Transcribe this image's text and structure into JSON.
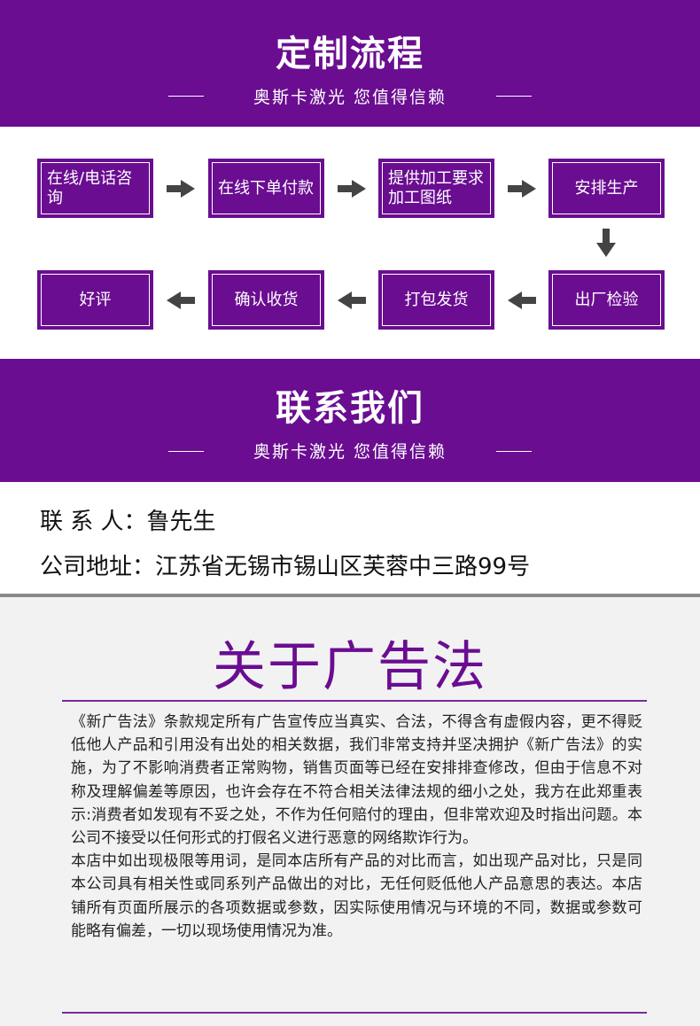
{
  "header1": {
    "title": "定制流程",
    "subtitle": "奥斯卡激光 您值得信赖"
  },
  "process": {
    "steps": [
      "在线/电话咨询",
      "在线下单付款",
      "提供加工要求加工图纸",
      "安排生产",
      "出厂检验",
      "打包发货",
      "确认收货",
      "好评"
    ]
  },
  "header2": {
    "title": "联系我们",
    "subtitle": "奥斯卡激光 您值得信赖"
  },
  "contact": {
    "person_label": "联 系 人：",
    "person_value": "鲁先生",
    "address_label": "公司地址：",
    "address_value": "江苏省无锡市锡山区芙蓉中三路99号"
  },
  "ad_law": {
    "heading": "关于广告法",
    "paragraph1": "《新广告法》条款规定所有广告宣传应当真实、合法，不得含有虚假内容，更不得贬低他人产品和引用没有出处的相关数据，我们非常支持并坚决拥护《新广告法》的实施，为了不影响消费者正常购物，销售页面等已经在安排排查修改，但由于信息不对称及理解偏差等原因，也许会存在不符合相关法律法规的细小之处，我方在此郑重表示:消费者如发现有不妥之处，不作为任何赔付的理由，但非常欢迎及时指出问题。本公司不接受以任何形式的打假名义进行恶意的网络欺诈行为。",
    "paragraph2": "本店中如出现极限等用词，是同本店所有产品的对比而言，如出现产品对比，只是同本公司具有相关性或同系列产品做出的对比，无任何贬低他人产品意思的表达。本店铺所有页面所展示的各项数据或参数，因实际使用情况与环境的不同，数据或参数可能略有偏差，一切以现场使用情况为准。"
  },
  "colors": {
    "brand_purple": "#6a0d91",
    "arrow_gray": "#444444"
  },
  "icons": [
    "arrow-right-icon",
    "arrow-down-icon",
    "arrow-left-icon"
  ]
}
